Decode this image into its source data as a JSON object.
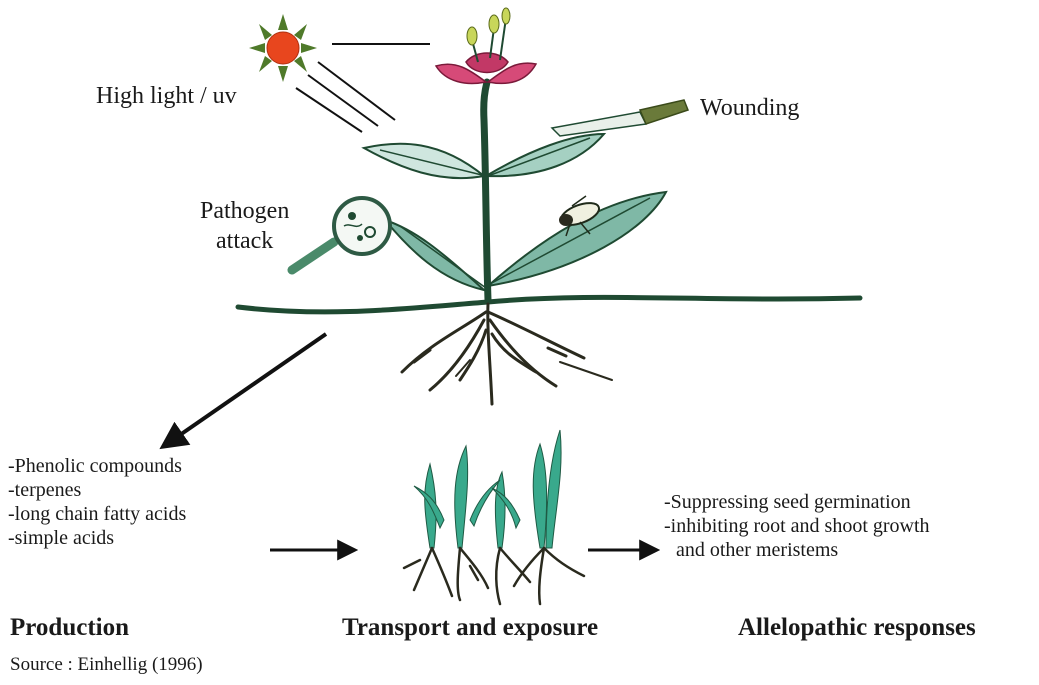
{
  "labels": {
    "light": "High light / uv",
    "wounding": "Wounding",
    "pathogen_line1": "Pathogen",
    "pathogen_line2": "attack"
  },
  "compounds": [
    "-Phenolic compounds",
    "-terpenes",
    "-long chain fatty acids",
    "-simple acids"
  ],
  "responses": [
    "-Suppressing seed germination",
    "-inhibiting root and shoot growth",
    "and other meristems"
  ],
  "headings": {
    "production": "Production",
    "transport": "Transport and exposure",
    "responses": "Allelopathic responses"
  },
  "source": "Source : Einhellig (1996)",
  "icons": {
    "sun": "sun-icon",
    "flower": "flower-icon",
    "magnifier": "magnifier-icon",
    "insect": "insect-icon",
    "knife": "knife-icon"
  },
  "colors": {
    "stem": "#1f4a32",
    "leaf_light": "#cfe6df",
    "leaf_mid": "#7fb8a6",
    "leaf_dark": "#3d7a63",
    "sun": "#e8461e",
    "flower": "#d64a78",
    "seedling": "#39a98c",
    "root": "#2a2a1e"
  }
}
